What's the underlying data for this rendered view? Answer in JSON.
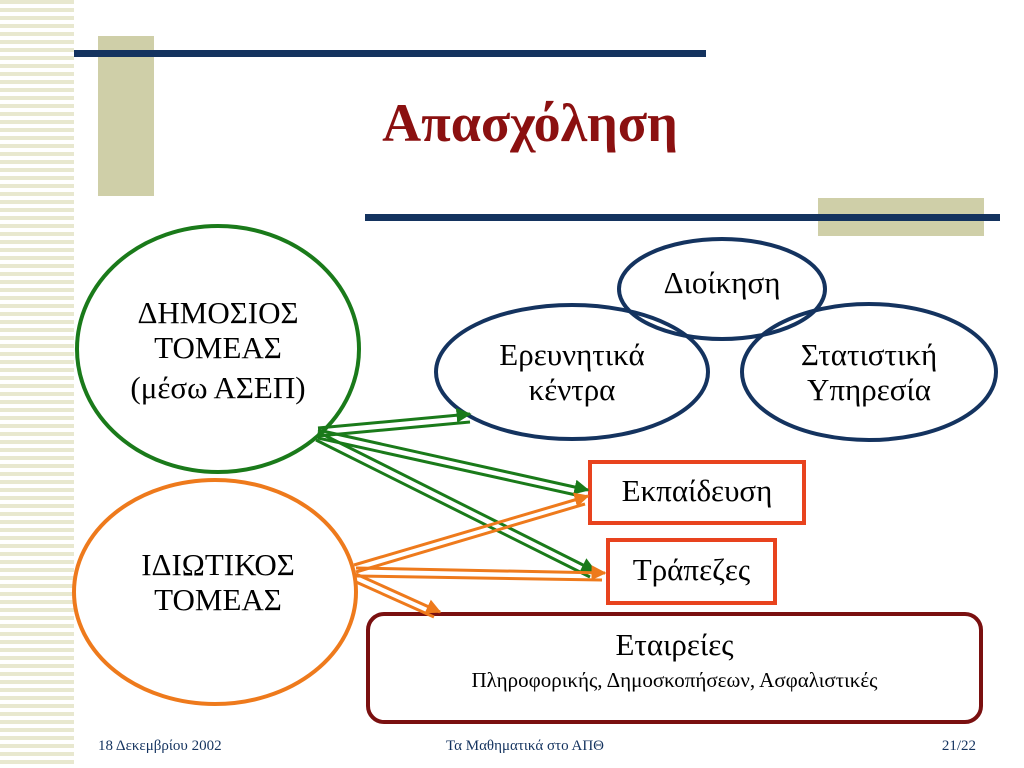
{
  "slide": {
    "title": "Απασχόληση",
    "footer": {
      "date": "18 Δεκεμβρίου 2002",
      "center": "Τα Μαθηματικά στο ΑΠΘ",
      "page": "21/22"
    }
  },
  "sources": {
    "public": {
      "line1": "ΔΗΜΟΣΙΟΣ",
      "line2": "ΤΟΜΕΑΣ",
      "line3": "(μέσω ΑΣΕΠ)"
    },
    "private": {
      "line1": "ΙΔΙΩΤΙΚΟΣ",
      "line2": "ΤΟΜΕΑΣ"
    }
  },
  "destinations": {
    "administration": "Διοίκηση",
    "research": {
      "line1": "Ερευνητικά",
      "line2": "κέντρα"
    },
    "statistics": {
      "line1": "Στατιστική",
      "line2": "Υπηρεσία"
    },
    "education": "Εκπαίδευση",
    "banks": "Τράπεζες",
    "companies": {
      "title": "Εταιρείες",
      "subtitle": "Πληροφορικής, Δημοσκοπήσεων, Ασφαλιστικές"
    }
  },
  "colors": {
    "title": "#8b1010",
    "public": "#1a7a1a",
    "private": "#ee7a1c",
    "navy": "#14335f",
    "box_red": "#e8431e",
    "company_border": "#7a1010"
  }
}
